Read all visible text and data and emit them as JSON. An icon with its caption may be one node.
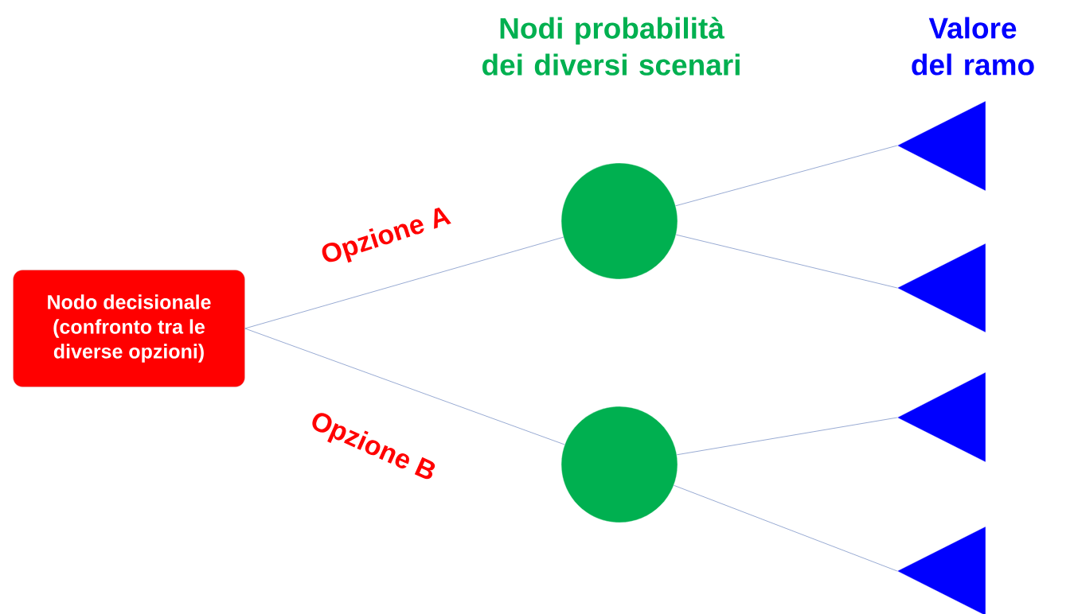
{
  "diagram": {
    "nodes": [
      {
        "text": [
          "Nodo decisionale (confronto tra le diverse opzioni)"
        ]
      },
      {
        "text": [],
        "shape": "circle"
      },
      {
        "text": [],
        "shape": "circle"
      },
      {
        "text": [],
        "shape": "triangle"
      },
      {
        "text": [],
        "shape": "triangle"
      },
      {
        "text": [],
        "shape": "triangle"
      },
      {
        "text": [],
        "shape": "triangle"
      }
    ],
    "edges": [
      {
        "from": 0,
        "to": 1,
        "arrow": "none",
        "label": "Opzione A"
      },
      {
        "from": 0,
        "to": 2,
        "arrow": "none",
        "label": "Opzione B"
      },
      {
        "from": 1,
        "to": 3,
        "arrow": "none"
      },
      {
        "from": 1,
        "to": 4,
        "arrow": "none"
      },
      {
        "from": 2,
        "to": 5,
        "arrow": "none"
      },
      {
        "from": 2,
        "to": 6,
        "arrow": "none"
      }
    ],
    "labels": [
      "Nodi probabilità dei diversi scenari",
      "Valore del ramo"
    ]
  }
}
